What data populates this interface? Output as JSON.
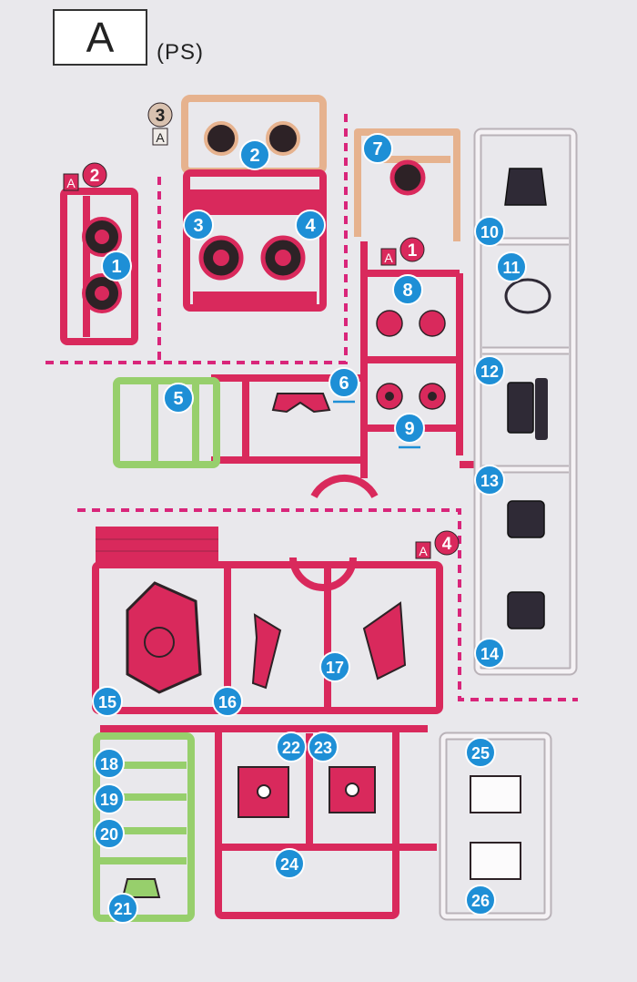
{
  "header": {
    "letter": "A",
    "material": "(PS)"
  },
  "colors": {
    "red": "#d9295c",
    "peach": "#e6b28e",
    "green": "#97cf6c",
    "clear": "#f0ecf0",
    "badge": "#1e8fd6",
    "dash": "#d9257a"
  },
  "subframes": [
    {
      "letter": "A",
      "number": "2"
    },
    {
      "letter": "A",
      "number": "3"
    },
    {
      "letter": "A",
      "number": "1"
    },
    {
      "letter": "A",
      "number": "4"
    }
  ],
  "parts": [
    "1",
    "2",
    "3",
    "4",
    "5",
    "6",
    "7",
    "8",
    "9",
    "10",
    "11",
    "12",
    "13",
    "14",
    "15",
    "16",
    "17",
    "18",
    "19",
    "20",
    "21",
    "22",
    "23",
    "24",
    "25",
    "26"
  ]
}
